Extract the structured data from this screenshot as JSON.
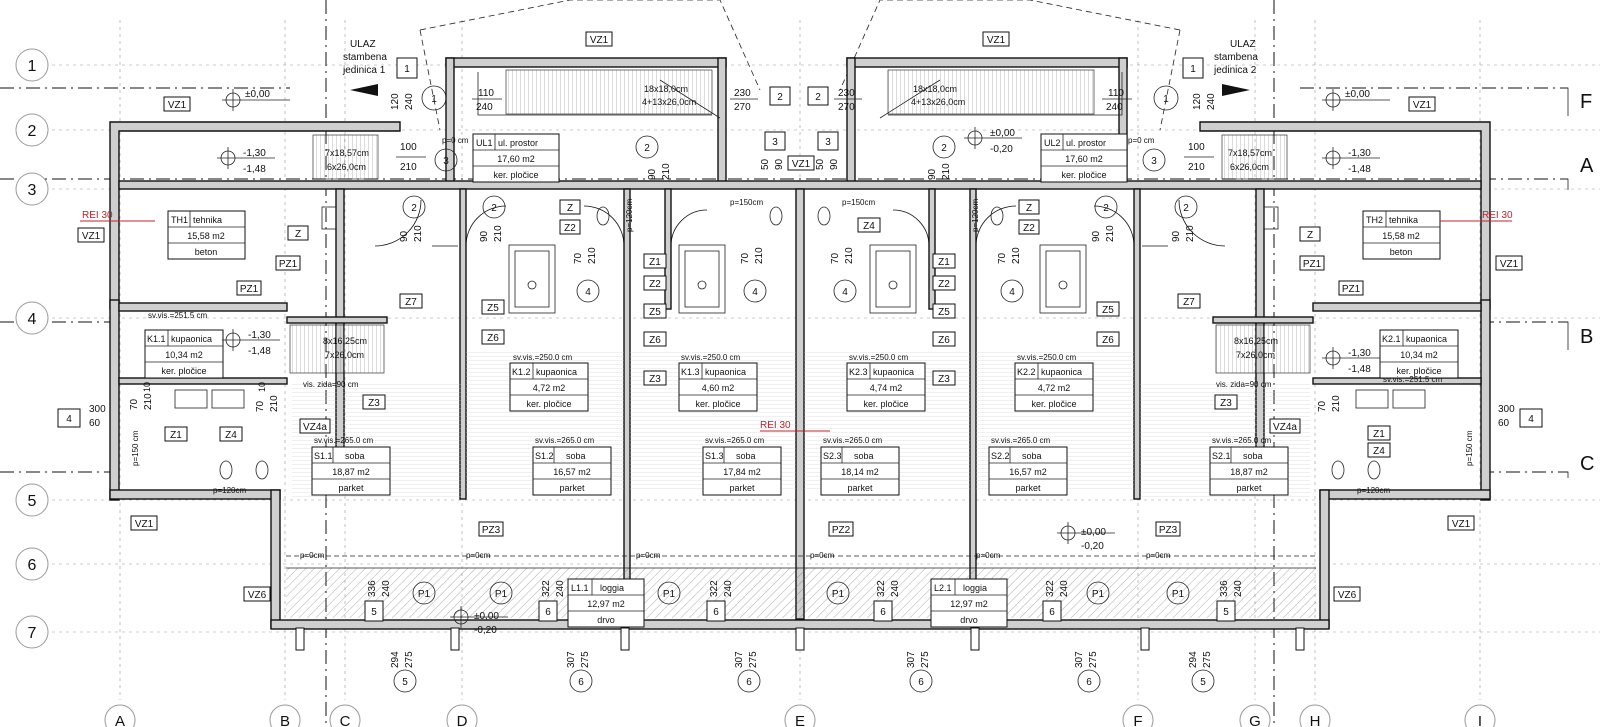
{
  "grid_rows": [
    "1",
    "2",
    "3",
    "4",
    "5",
    "6",
    "7"
  ],
  "grid_cols": [
    "A",
    "B",
    "C",
    "D",
    "E",
    "F",
    "G",
    "H",
    "I"
  ],
  "section_letters": [
    "F",
    "A",
    "B",
    "C"
  ],
  "entrances": [
    {
      "l1": "ULAZ",
      "l2": "stambena",
      "l3": "jedinica 1",
      "num": "1"
    },
    {
      "l1": "ULAZ",
      "l2": "stambena",
      "l3": "jedinica 2",
      "num": "1"
    }
  ],
  "rooms": [
    {
      "code": "TH1",
      "name": "tehnika",
      "area": "15,58 m2",
      "floor": "beton"
    },
    {
      "code": "TH2",
      "name": "tehnika",
      "area": "15,58 m2",
      "floor": "beton"
    },
    {
      "code": "UL1",
      "name": "ul. prostor",
      "area": "17,60 m2",
      "floor": "ker. pločice"
    },
    {
      "code": "UL2",
      "name": "ul. prostor",
      "area": "17,60 m2",
      "floor": "ker. pločice"
    },
    {
      "code": "K1.1",
      "name": "kupaonica",
      "area": "10,34 m2",
      "floor": "ker. pločice"
    },
    {
      "code": "K2.1",
      "name": "kupaonica",
      "area": "10,34 m2",
      "floor": "ker. pločice"
    },
    {
      "code": "K1.2",
      "name": "kupaonica",
      "area": "4,72 m2",
      "floor": "ker. pločice"
    },
    {
      "code": "K1.3",
      "name": "kupaonica",
      "area": "4,60 m2",
      "floor": "ker. pločice"
    },
    {
      "code": "K2.3",
      "name": "kupaonica",
      "area": "4,74 m2",
      "floor": "ker. pločice"
    },
    {
      "code": "K2.2",
      "name": "kupaonica",
      "area": "4,72 m2",
      "floor": "ker. pločice"
    },
    {
      "code": "S1.1",
      "name": "soba",
      "area": "18,87 m2",
      "floor": "parket"
    },
    {
      "code": "S1.2",
      "name": "soba",
      "area": "16,57 m2",
      "floor": "parket"
    },
    {
      "code": "S1.3",
      "name": "soba",
      "area": "17,84 m2",
      "floor": "parket"
    },
    {
      "code": "S2.3",
      "name": "soba",
      "area": "18,14 m2",
      "floor": "parket"
    },
    {
      "code": "S2.2",
      "name": "soba",
      "area": "16,57 m2",
      "floor": "parket"
    },
    {
      "code": "S2.1",
      "name": "soba",
      "area": "18,87 m2",
      "floor": "parket"
    },
    {
      "code": "L1.1",
      "name": "loggia",
      "area": "12,97 m2",
      "floor": "drvo"
    },
    {
      "code": "L2.1",
      "name": "loggia",
      "area": "12,97 m2",
      "floor": "drvo"
    }
  ],
  "svvis": [
    "sv.vis.=251.5 cm",
    "sv.vis.=250.0 cm",
    "sv.vis.=250.0 cm",
    "sv.vis.=250.0 cm",
    "sv.vis.=250.0 cm",
    "sv.vis.=251.5 cm",
    "sv.vis.=265.0 cm",
    "sv.vis.=265.0 cm",
    "sv.vis.=265.0 cm",
    "sv.vis.=265.0 cm",
    "sv.vis.=265.0 cm",
    "sv.vis.=265.0 cm"
  ],
  "levels": {
    "zero": "±0,00",
    "m130": "-1,30",
    "m148": "-1,48",
    "m020": "-0,20"
  },
  "stairs": {
    "main": "18x18,0cm",
    "main2": "4+13x26,0cm",
    "side_a": "7x18,57cm",
    "side_b": "6x26,0cm",
    "k_a": "8x16,25cm",
    "k_b": "7x26,0cm"
  },
  "rei": "REI 30",
  "openings": {
    "p0": "p=0 cm",
    "p0b": "p=0cm",
    "p120": "p=120cm",
    "p150": "p=150cm",
    "p150b": "p=150 cm",
    "p120v": "p=120cm",
    "zid": "vis. zida=90 cm"
  },
  "tags": {
    "VZ1": "VZ1",
    "VZ4a": "VZ4a",
    "VZ6": "VZ6",
    "PZ1": "PZ1",
    "PZ2": "PZ2",
    "PZ3": "PZ3",
    "Z": "Z",
    "Z1": "Z1",
    "Z2": "Z2",
    "Z3": "Z3",
    "Z4": "Z4",
    "Z5": "Z5",
    "Z6": "Z6",
    "Z7": "Z7",
    "P1": "P1"
  },
  "dims": {
    "d110": "110",
    "d240": "240",
    "d230": "230",
    "d270": "270",
    "d100": "100",
    "d210": "210",
    "d120": "120",
    "d90": "90",
    "d70": "70",
    "d50": "50",
    "d10": "10",
    "d300": "300",
    "d60": "60",
    "d336": "336",
    "d322": "322",
    "d294": "294",
    "d275": "275",
    "d307": "307"
  },
  "nums": {
    "n1": "1",
    "n2": "2",
    "n3": "3",
    "n4": "4",
    "n5": "5",
    "n6": "6"
  }
}
